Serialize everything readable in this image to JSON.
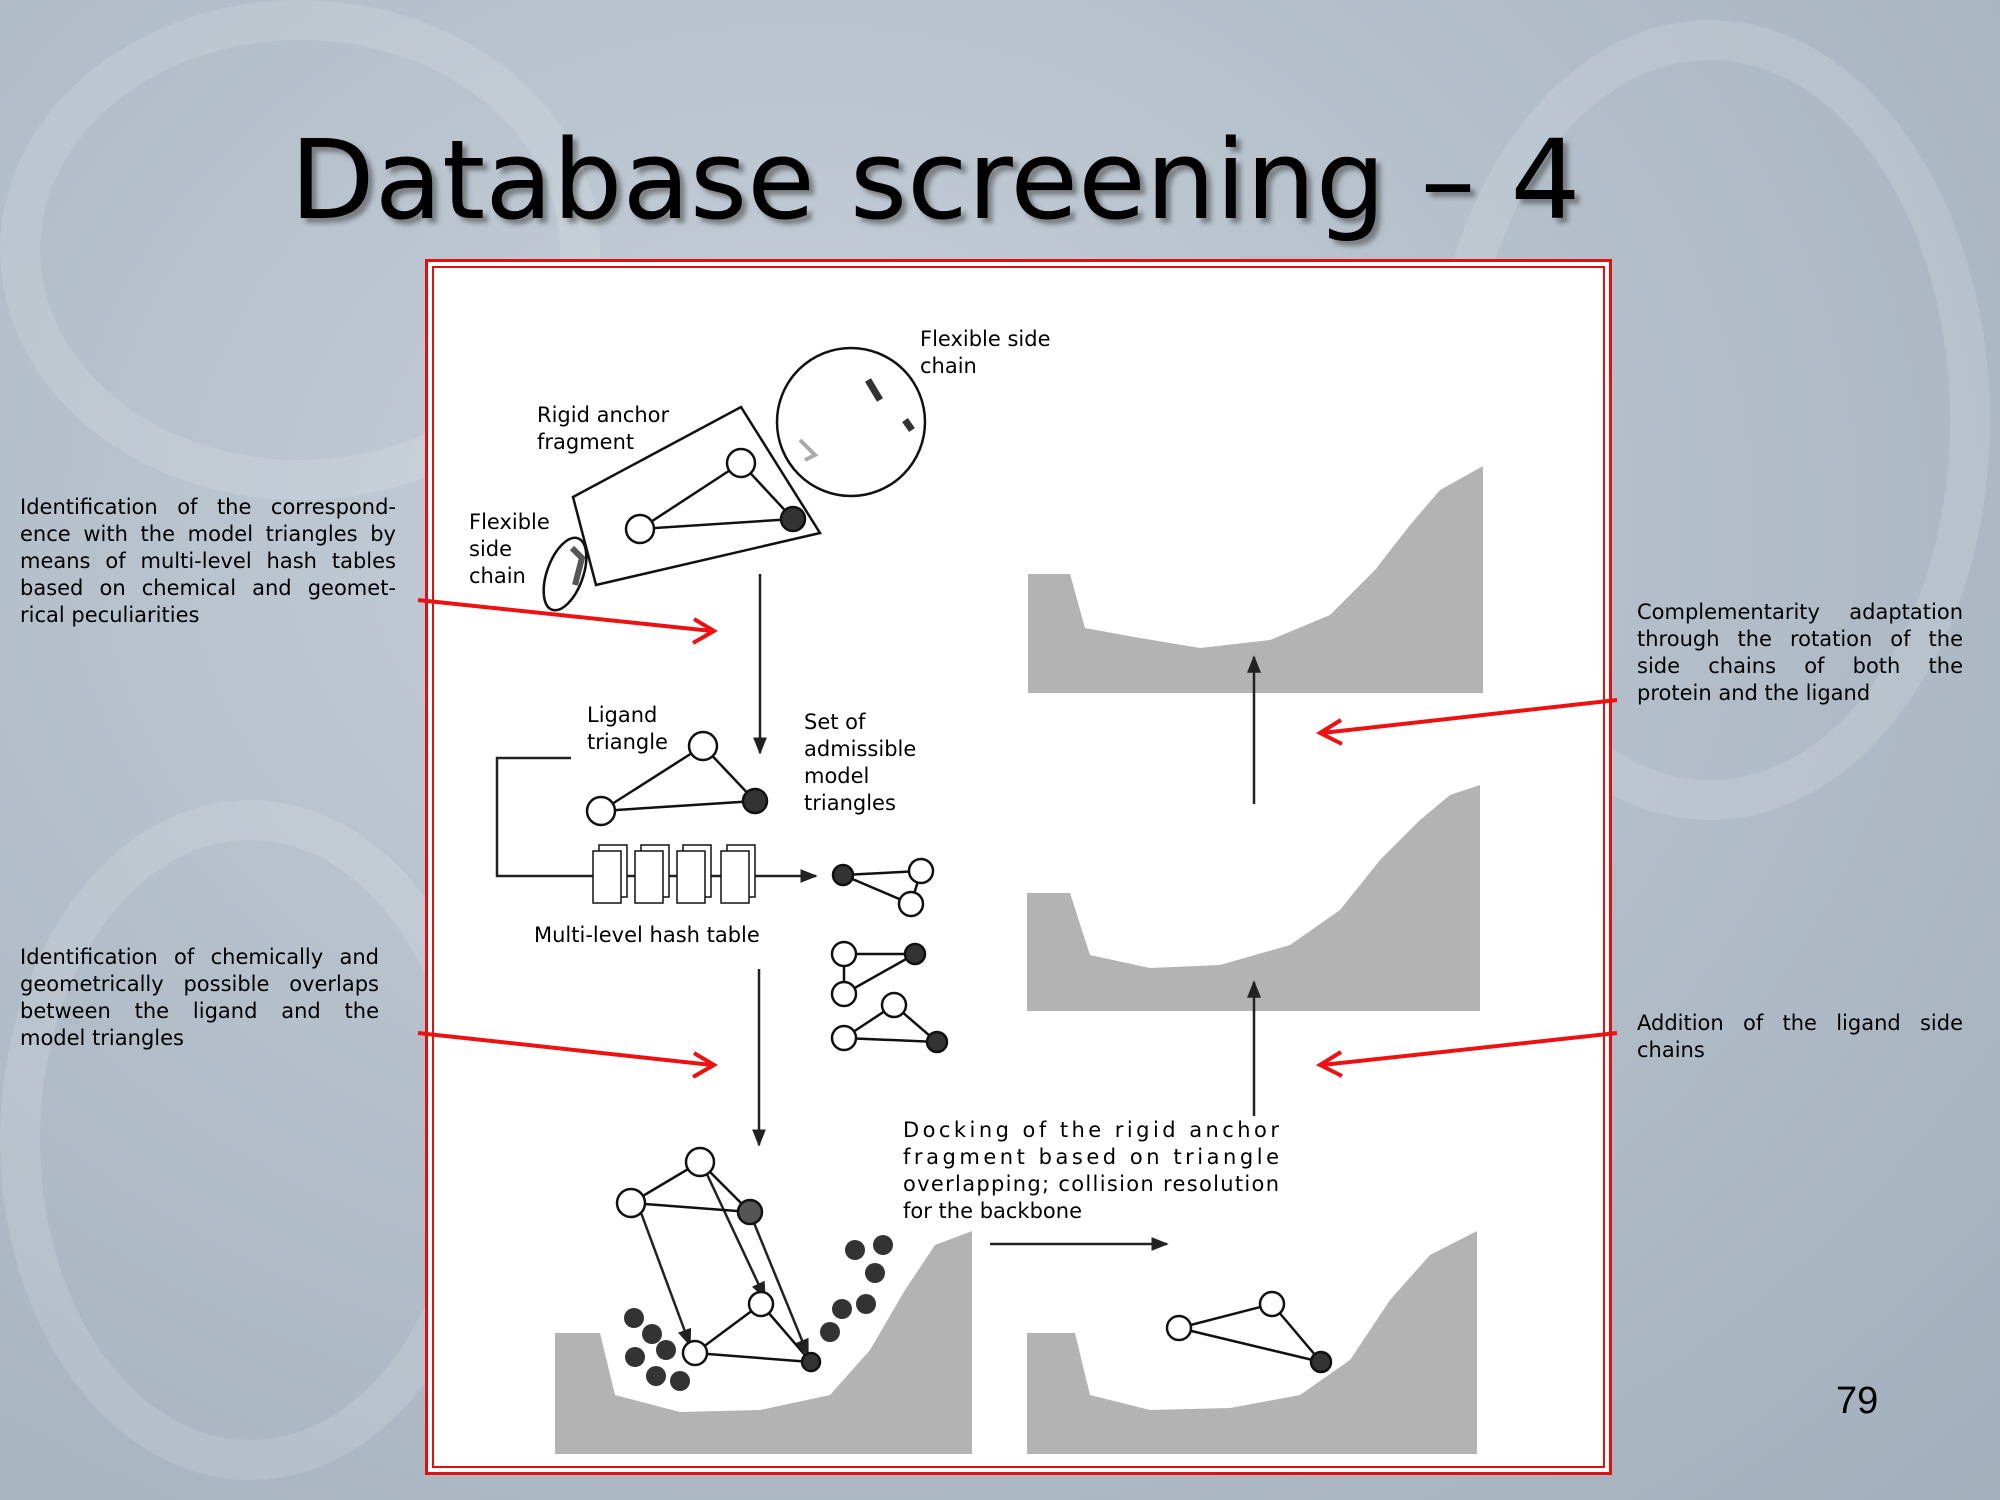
{
  "slide": {
    "title": "Database screening – 4",
    "page_number": "79"
  },
  "notes": {
    "left_top": [
      "Identification of the correspond-",
      "ence with the model triangles by",
      "means of multi-level hash tables",
      "based on chemical and geomet-",
      "rical peculiarities"
    ],
    "left_bottom": [
      "Identification of chemically and",
      "geometrically possible overlaps",
      "between the ligand and the",
      "model triangles"
    ],
    "right_top": [
      "Complementarity adaptation",
      "through the rotation of the",
      "side chains of both the",
      "protein and the ligand"
    ],
    "right_bottom": [
      "Addition of the ligand side",
      "chains"
    ]
  },
  "diagram": {
    "flexible_side_chain_top": [
      "Flexible side",
      "chain"
    ],
    "rigid_anchor": [
      "Rigid anchor",
      "fragment"
    ],
    "flexible_side_chain_left": [
      "Flexible",
      "side",
      "chain"
    ],
    "ligand_triangle": [
      "Ligand",
      "triangle"
    ],
    "admissible": [
      "Set of",
      "admissible",
      "model",
      "triangles"
    ],
    "hash_table": "Multi-level hash table",
    "docking": [
      "Docking of the rigid anchor",
      "fragment based on triangle",
      "overlapping; collision resolution",
      "for the backbone"
    ]
  },
  "colors": {
    "frame": "#e01010",
    "arrow": "#ee1111",
    "pocket": "#b3b3b3"
  }
}
